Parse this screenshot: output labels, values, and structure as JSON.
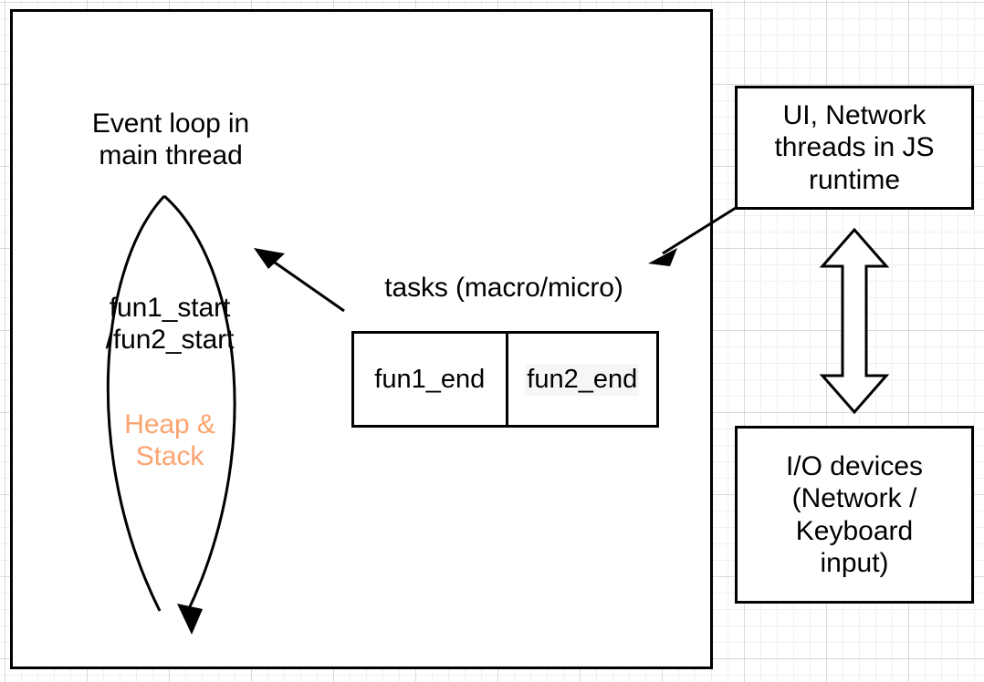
{
  "diagram": {
    "title": "JavaScript event loop diagram",
    "colors": {
      "stroke": "#000000",
      "background": "#ffffff",
      "grid_minor": "#f0f0f0",
      "grid_major": "#d9d9d9",
      "heap_stack_accent": "#fca46f",
      "cell_highlight": "#f4f6f8"
    },
    "main_box": {
      "label": ""
    },
    "event_loop": {
      "caption": "Event loop in\nmain thread",
      "stack_label": "fun1_start\n/fun2_start",
      "memory_label": "Heap &\nStack"
    },
    "tasks": {
      "caption": "tasks (macro/micro)",
      "cells": [
        {
          "label": "fun1_end",
          "highlighted": false
        },
        {
          "label": "fun2_end",
          "highlighted": true
        }
      ]
    },
    "side_boxes": [
      {
        "label": "UI, Network\nthreads in JS\nruntime"
      },
      {
        "label": "I/O devices\n(Network /\nKeyboard\ninput)"
      }
    ],
    "connectors": [
      {
        "name": "tasks-to-event-loop",
        "kind": "single-arrow",
        "from": "tasks table",
        "to": "event loop"
      },
      {
        "name": "ui-threads-to-tasks",
        "kind": "single-arrow",
        "from": "UI, Network threads in JS runtime",
        "to": "tasks (macro/micro)"
      },
      {
        "name": "threads-to-io-devices",
        "kind": "double-arrow",
        "from": "UI, Network threads in JS runtime",
        "to": "I/O devices"
      },
      {
        "name": "event-loop-cycle",
        "kind": "loop-arrow",
        "from": "event loop",
        "to": "event loop"
      }
    ]
  }
}
